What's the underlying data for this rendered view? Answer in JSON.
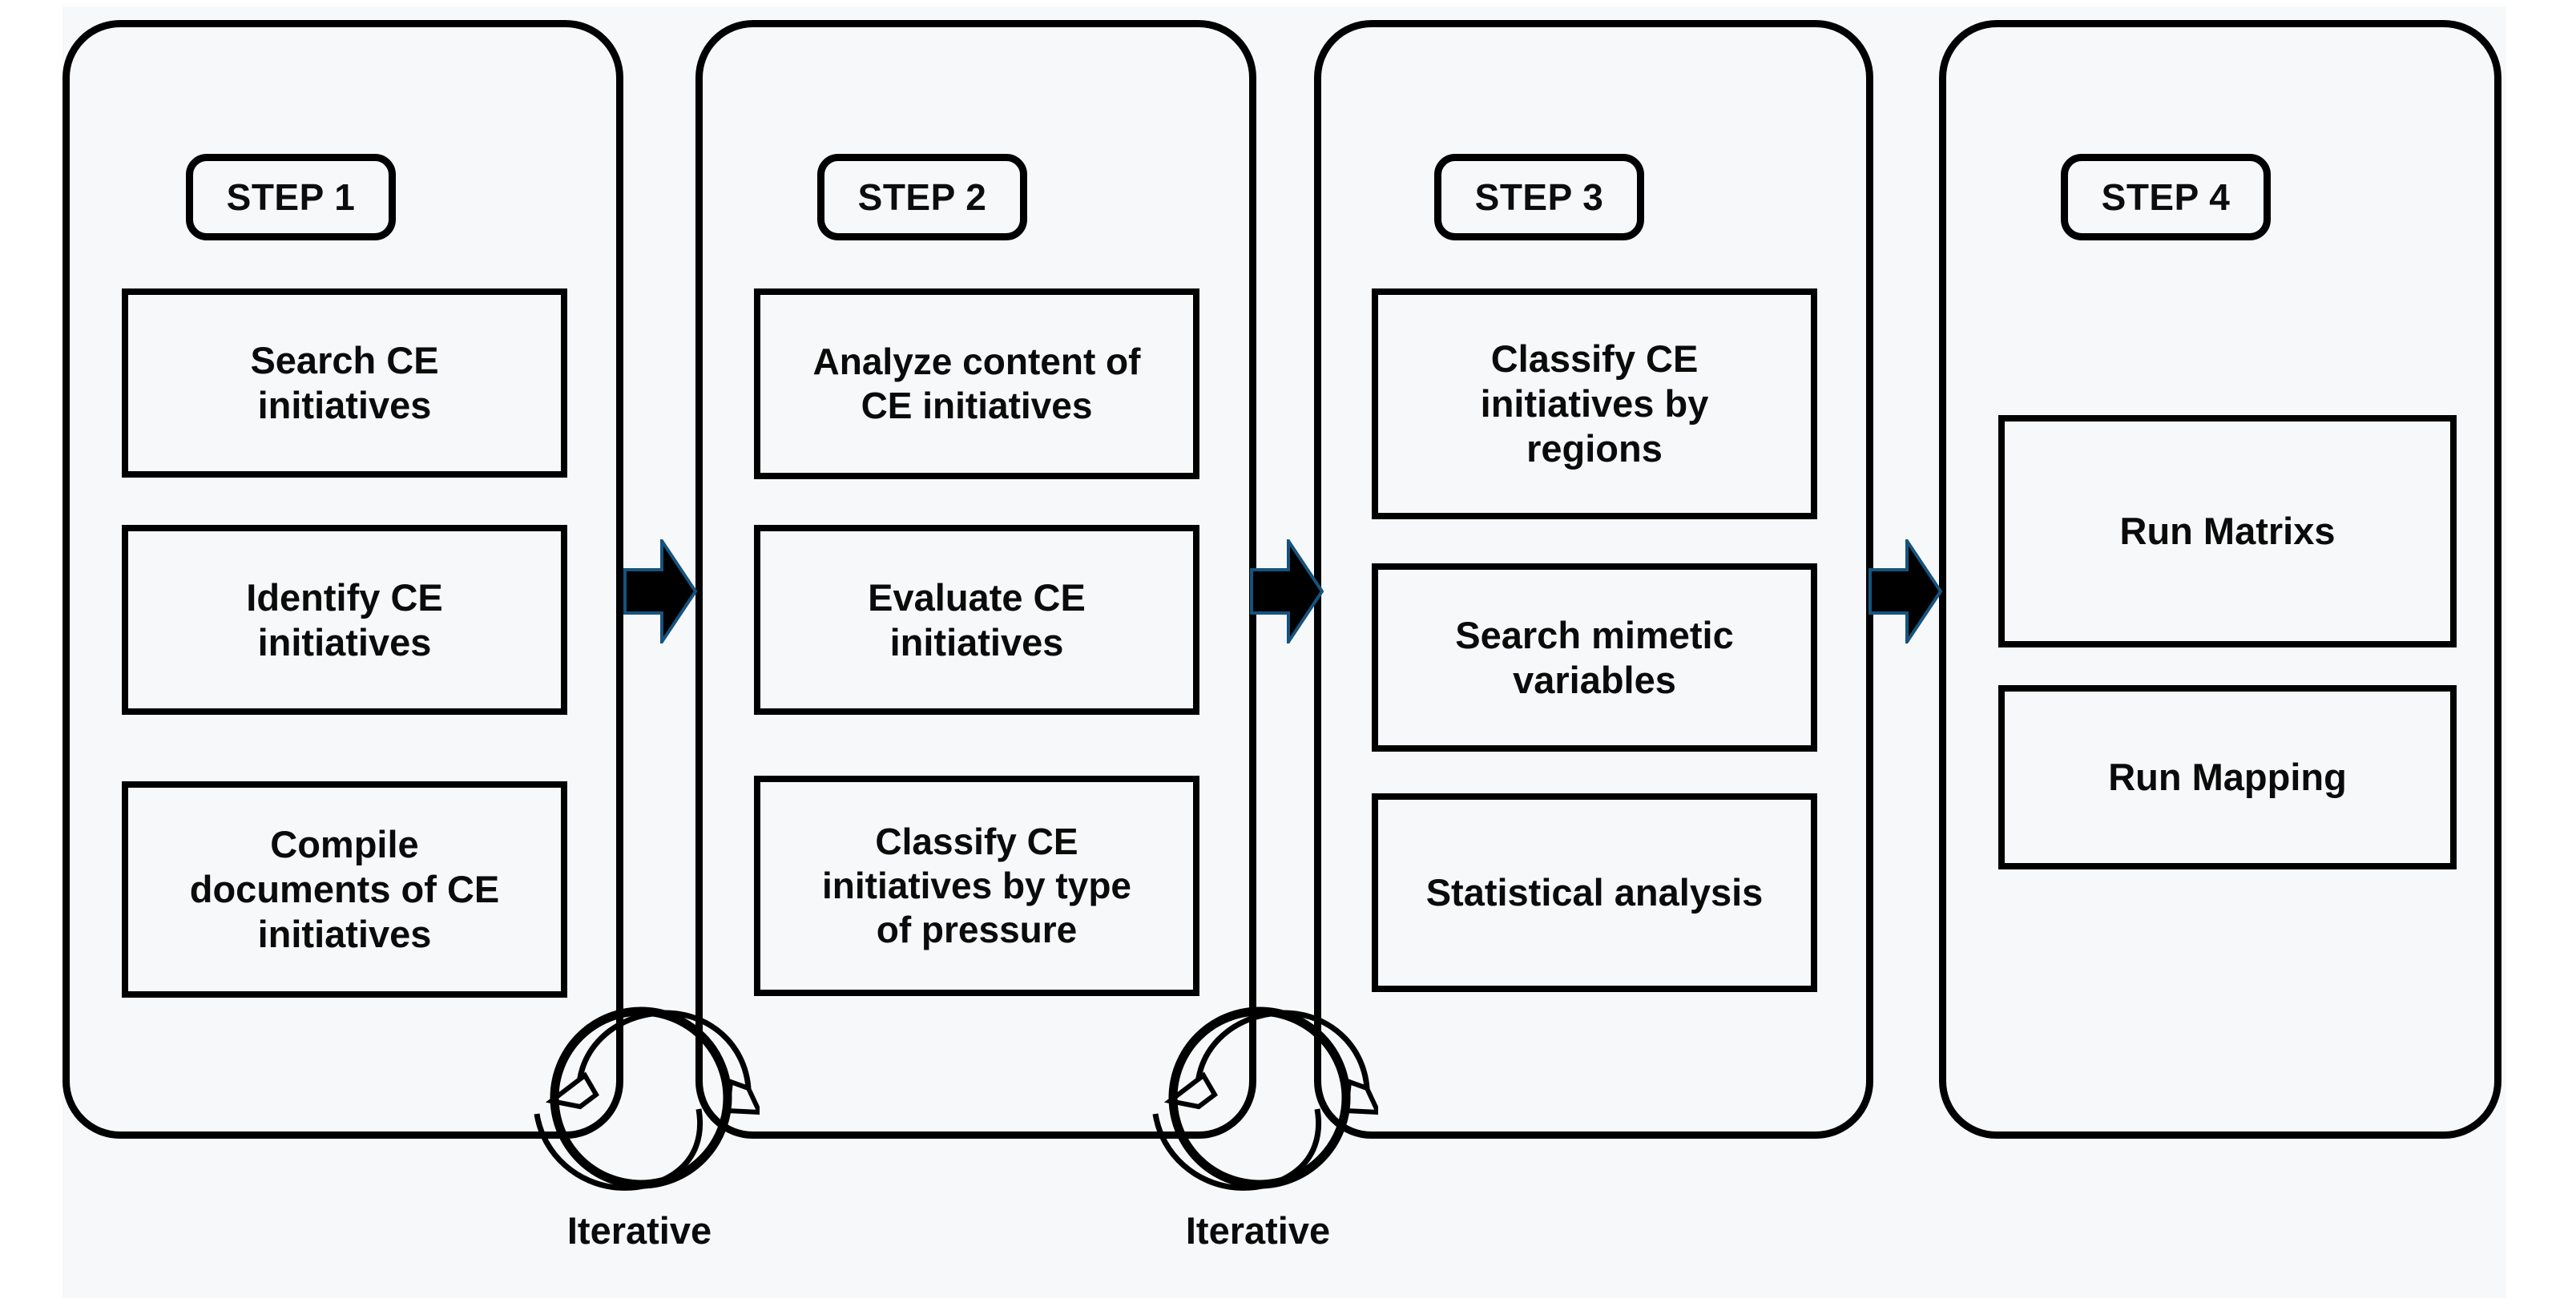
{
  "diagram": {
    "title": "",
    "background_color": "#f6f8f9",
    "line_color": "#000000",
    "arrow_outline_color": "#16537e",
    "panels": [
      {
        "step_label": "STEP 1",
        "tasks": [
          "Search CE\ninitiatives",
          "Identify CE\ninitiatives",
          "Compile\ndocuments of  CE\ninitiatives"
        ]
      },
      {
        "step_label": "STEP 2",
        "tasks": [
          "Analyze content of\nCE initiatives",
          "Evaluate  CE\ninitiatives",
          "Classify CE\ninitiatives by type\nof pressure"
        ]
      },
      {
        "step_label": "STEP 3",
        "tasks": [
          "Classify CE\ninitiatives by\nregions",
          "Search mimetic\nvariables",
          "Statistical analysis"
        ]
      },
      {
        "step_label": "STEP 4",
        "tasks": [
          "Run Matrixs",
          "Run Mapping"
        ]
      }
    ],
    "connectors": [
      {
        "type": "block-arrow-right",
        "icon": "right-arrow-icon"
      },
      {
        "type": "block-arrow-right",
        "icon": "right-arrow-icon"
      },
      {
        "type": "block-arrow-right",
        "icon": "right-arrow-icon"
      }
    ],
    "cycles": [
      {
        "icon": "circular-arrows-icon",
        "label": "Iterative"
      },
      {
        "icon": "circular-arrows-icon",
        "label": "Iterative"
      }
    ]
  }
}
